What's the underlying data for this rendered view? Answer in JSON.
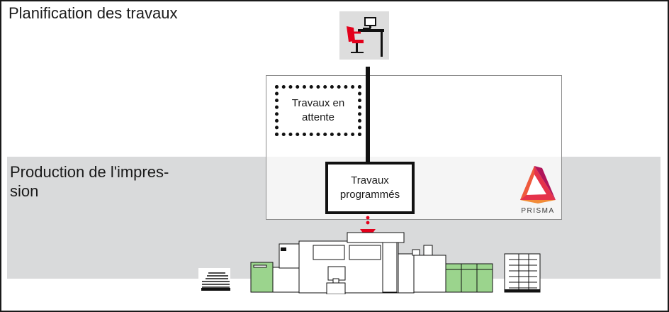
{
  "labels": {
    "planning": "Planification des travaux",
    "production": "Production de l'impres-\nsion"
  },
  "boxes": {
    "waiting": "Travaux en\nattente",
    "scheduled": "Travaux\nprogrammés"
  },
  "logo": {
    "word": "PRISMA"
  },
  "icons": {
    "workstation": "workstation-icon",
    "arrow": "down-arrow-icon",
    "printer": "production-printer-icon"
  },
  "colors": {
    "accent": "#e3001b",
    "band": "#d9dadb",
    "green": "#9bd48d"
  }
}
